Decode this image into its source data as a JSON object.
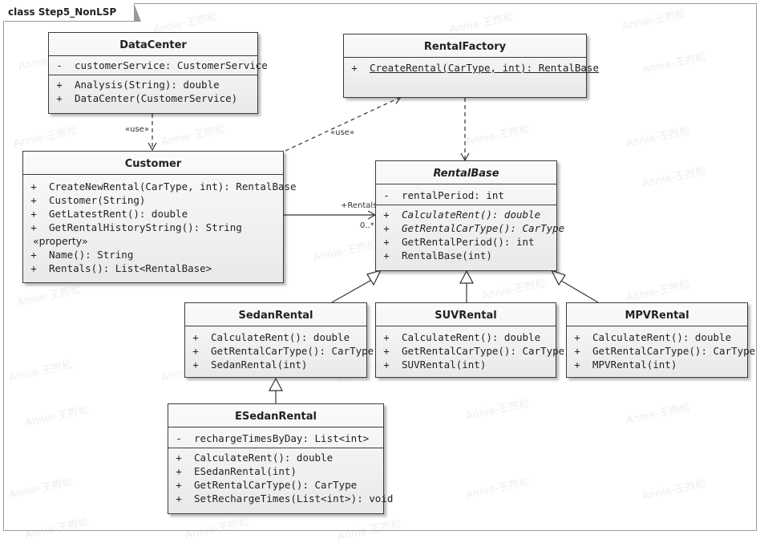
{
  "diagram": {
    "frame_title": "class Step5_NonLSP",
    "watermark": "Annie-王煦松",
    "classes": {
      "datacenter": {
        "name": "DataCenter",
        "attributes": [
          {
            "vis": "-",
            "text": "customerService: CustomerService"
          }
        ],
        "operations": [
          {
            "vis": "+",
            "text": "Analysis(String): double"
          },
          {
            "vis": "+",
            "text": "DataCenter(CustomerService)"
          }
        ]
      },
      "rentalfactory": {
        "name": "RentalFactory",
        "operations": [
          {
            "vis": "+",
            "text": "CreateRental(CarType, int): RentalBase"
          }
        ]
      },
      "customer": {
        "name": "Customer",
        "operations": [
          {
            "vis": "+",
            "text": "CreateNewRental(CarType, int): RentalBase"
          },
          {
            "vis": "+",
            "text": "Customer(String)"
          },
          {
            "vis": "+",
            "text": "GetLatestRent(): double"
          },
          {
            "vis": "+",
            "text": "GetRentalHistoryString(): String"
          }
        ],
        "stereotype": "«property»",
        "properties": [
          {
            "vis": "+",
            "text": "Name(): String"
          },
          {
            "vis": "+",
            "text": "Rentals(): List<RentalBase>"
          }
        ]
      },
      "rentalbase": {
        "name": "RentalBase",
        "attributes": [
          {
            "vis": "-",
            "text": "rentalPeriod: int"
          }
        ],
        "operations": [
          {
            "vis": "+",
            "text": "CalculateRent(): double"
          },
          {
            "vis": "+",
            "text": "GetRentalCarType(): CarType"
          },
          {
            "vis": "+",
            "text": "GetRentalPeriod(): int"
          },
          {
            "vis": "+",
            "text": "RentalBase(int)"
          }
        ]
      },
      "sedanrental": {
        "name": "SedanRental",
        "operations": [
          {
            "vis": "+",
            "text": "CalculateRent(): double"
          },
          {
            "vis": "+",
            "text": "GetRentalCarType(): CarType"
          },
          {
            "vis": "+",
            "text": "SedanRental(int)"
          }
        ]
      },
      "suvrental": {
        "name": "SUVRental",
        "operations": [
          {
            "vis": "+",
            "text": "CalculateRent(): double"
          },
          {
            "vis": "+",
            "text": "GetRentalCarType(): CarType"
          },
          {
            "vis": "+",
            "text": "SUVRental(int)"
          }
        ]
      },
      "mpvrental": {
        "name": "MPVRental",
        "operations": [
          {
            "vis": "+",
            "text": "CalculateRent(): double"
          },
          {
            "vis": "+",
            "text": "GetRentalCarType(): CarType"
          },
          {
            "vis": "+",
            "text": "MPVRental(int)"
          }
        ]
      },
      "esedanrental": {
        "name": "ESedanRental",
        "attributes": [
          {
            "vis": "-",
            "text": "rechargeTimesByDay: List<int>"
          }
        ],
        "operations": [
          {
            "vis": "+",
            "text": "CalculateRent(): double"
          },
          {
            "vis": "+",
            "text": "ESedanRental(int)"
          },
          {
            "vis": "+",
            "text": "GetRentalCarType(): CarType"
          },
          {
            "vis": "+",
            "text": "SetRechargeTimes(List<int>): void"
          }
        ]
      }
    },
    "labels": {
      "use_datacenter": "«use»",
      "use_factory": "«use»",
      "role_rentals": "+Rentals",
      "multiplicity": "0..*"
    }
  }
}
